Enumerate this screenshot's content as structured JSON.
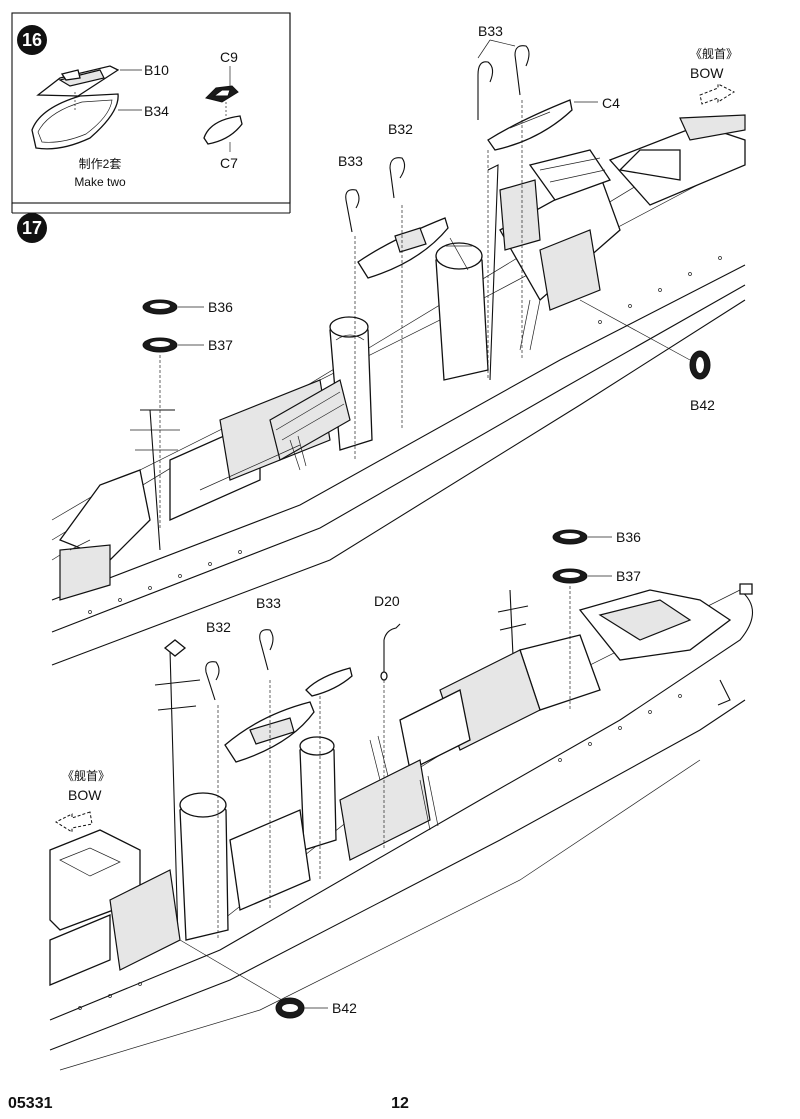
{
  "footer": {
    "code": "05331",
    "page": "12"
  },
  "step16": {
    "number": "16",
    "parts": {
      "b10": "B10",
      "b34": "B34",
      "c9": "C9",
      "c7": "C7"
    },
    "note_zh": "制作2套",
    "note_en": "Make two"
  },
  "step17": {
    "number": "17",
    "top_view": {
      "bow_zh": "《舰首》",
      "bow_en": "BOW",
      "labels": {
        "b33_left": "B33",
        "b32": "B32",
        "b33_top": "B33",
        "c4": "C4",
        "b36": "B36",
        "b37": "B37",
        "b42": "B42"
      }
    },
    "bottom_view": {
      "bow_zh": "《舰首》",
      "bow_en": "BOW",
      "labels": {
        "b32": "B32",
        "b33": "B33",
        "d20": "D20",
        "b36": "B36",
        "b37": "B37",
        "b42": "B42"
      }
    }
  }
}
